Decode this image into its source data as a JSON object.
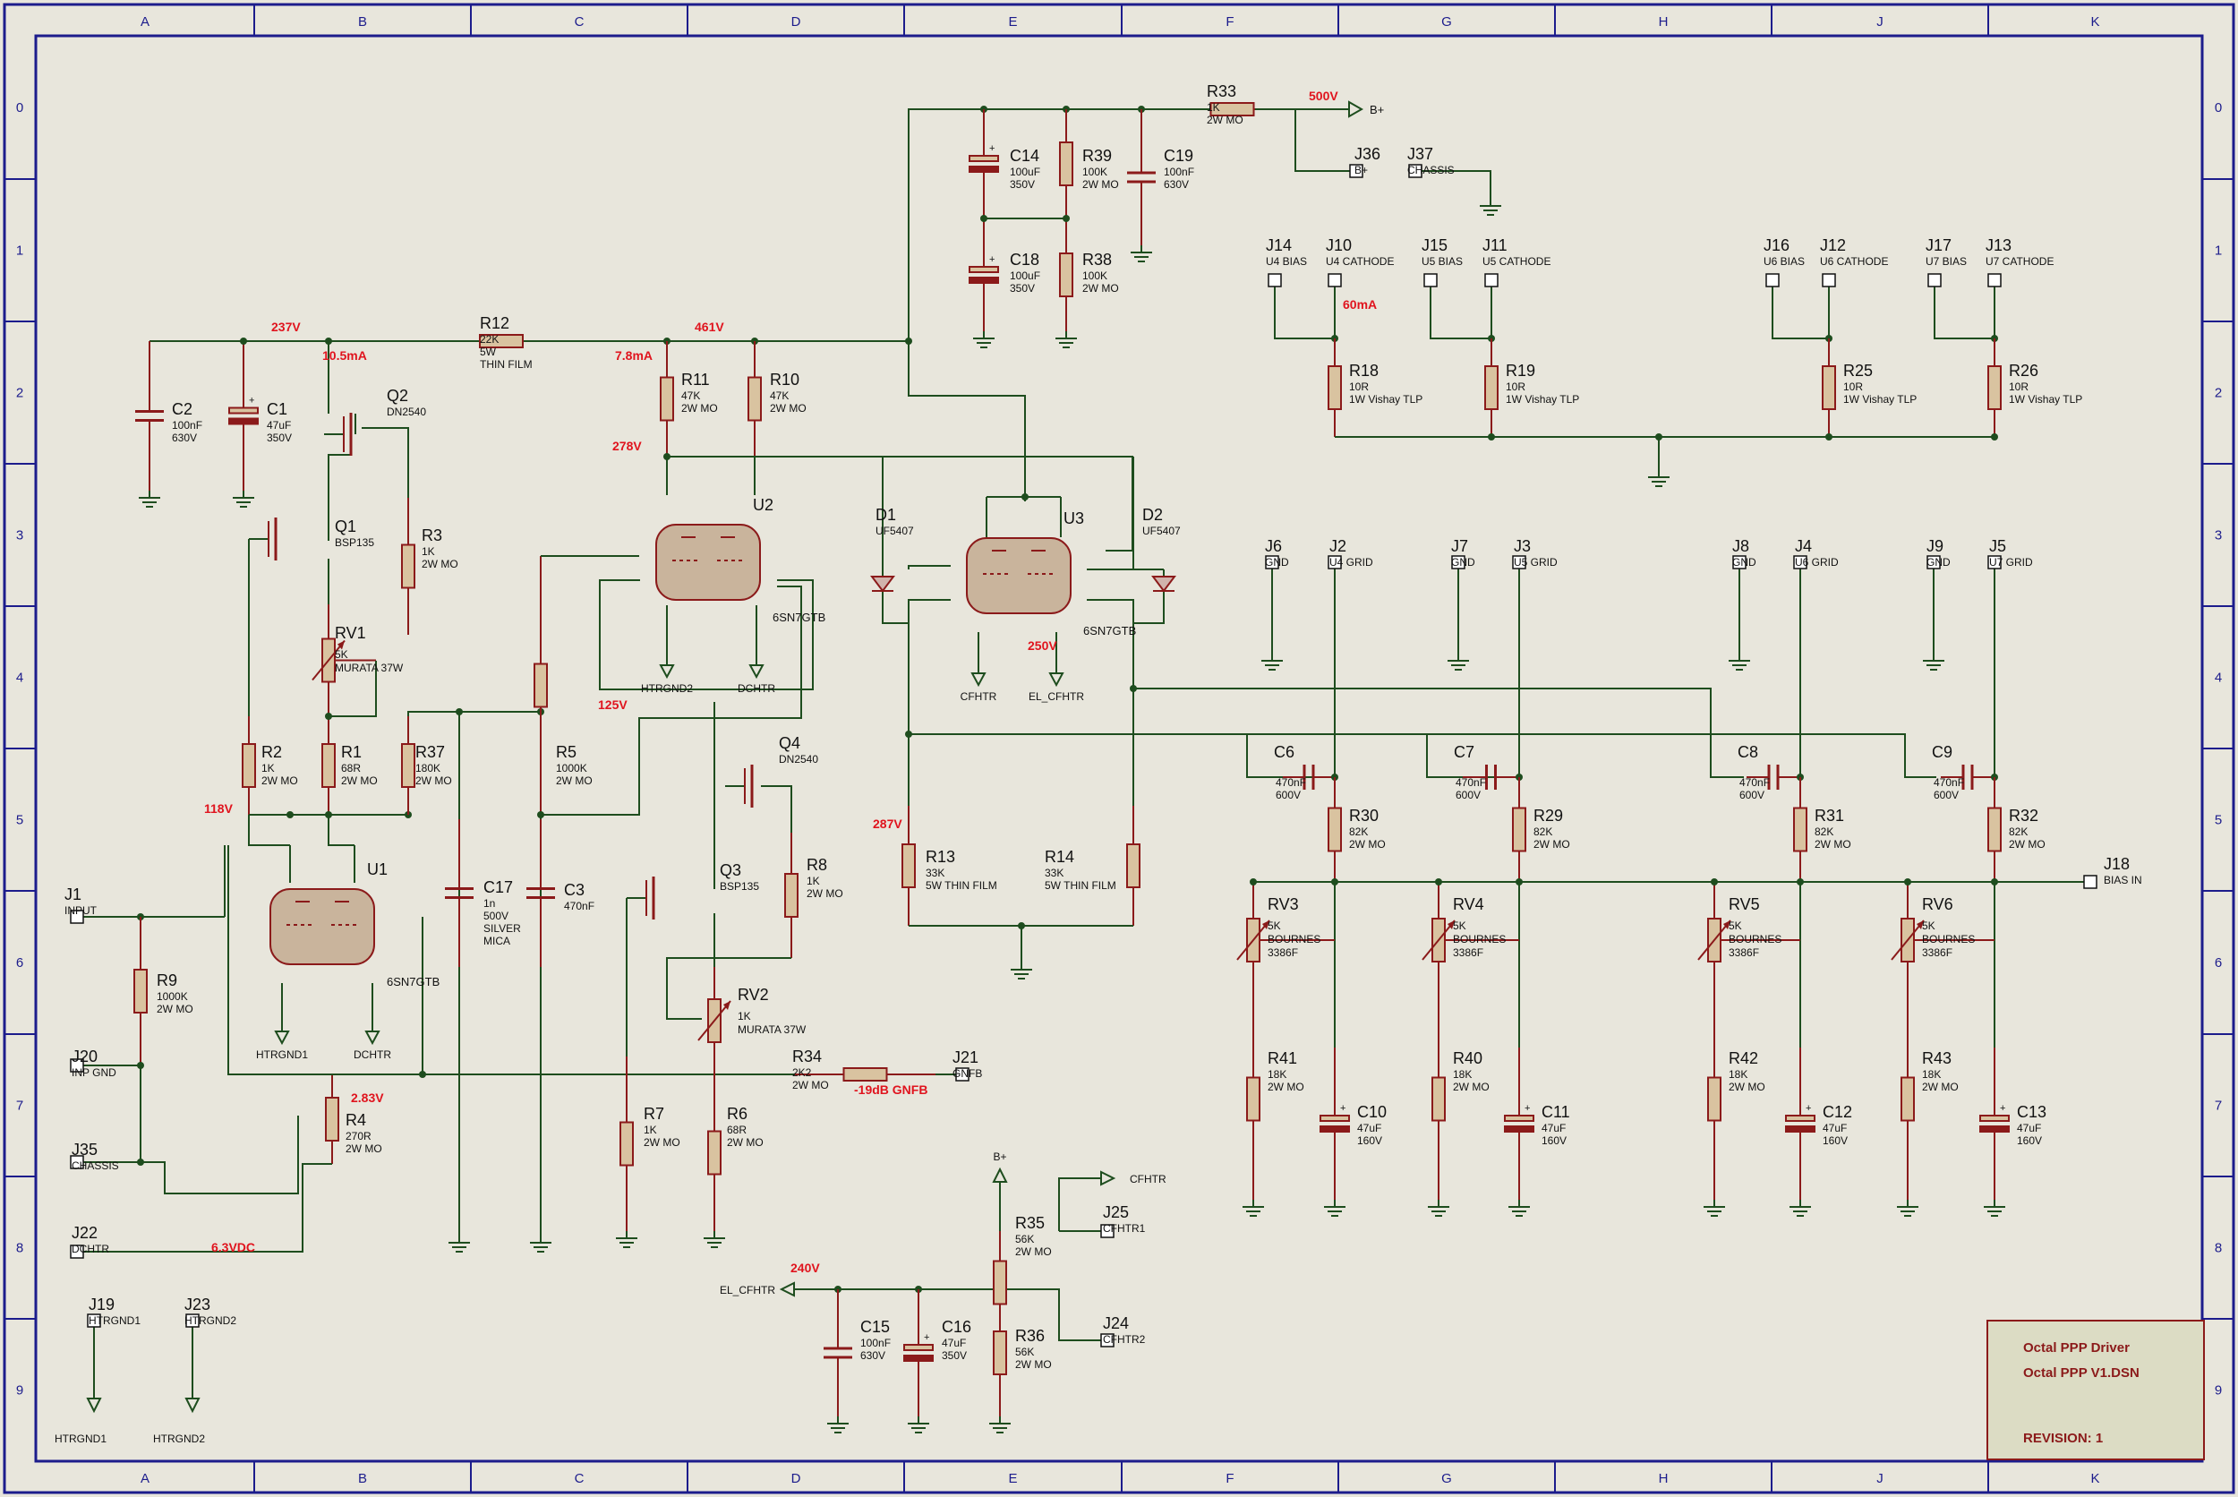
{
  "title_block": {
    "title": "Octal PPP Driver",
    "file": "Octal PPP V1.DSN",
    "revision": "REVISION: 1"
  },
  "grid": {
    "columns": [
      "A",
      "B",
      "C",
      "D",
      "E",
      "F",
      "G",
      "H",
      "J",
      "K"
    ],
    "rows": [
      "0",
      "1",
      "2",
      "3",
      "4",
      "5",
      "6",
      "7",
      "8",
      "9"
    ]
  },
  "colors": {
    "background": "#e8e6dc",
    "border": "#1c1c8c",
    "wire": "#1e4d1e",
    "component": "#8b1a1a",
    "annotation": "#e0141e",
    "tube_fill": "#c9b49c"
  },
  "tubes": [
    {
      "ref": "U1",
      "part": "6SN7GTB"
    },
    {
      "ref": "U2",
      "part": "6SN7GTB"
    },
    {
      "ref": "U3",
      "part": "6SN7GTB"
    }
  ],
  "transistors": [
    {
      "ref": "Q1",
      "part": "BSP135"
    },
    {
      "ref": "Q2",
      "part": "DN2540"
    },
    {
      "ref": "Q3",
      "part": "BSP135"
    },
    {
      "ref": "Q4",
      "part": "DN2540"
    }
  ],
  "diodes": [
    {
      "ref": "D1",
      "part": "UF5407"
    },
    {
      "ref": "D2",
      "part": "UF5407"
    }
  ],
  "resistors": [
    {
      "ref": "R1",
      "lines": [
        "68R",
        "2W MO"
      ]
    },
    {
      "ref": "R2",
      "lines": [
        "1K",
        "2W MO"
      ]
    },
    {
      "ref": "R3",
      "lines": [
        "1K",
        "2W MO"
      ]
    },
    {
      "ref": "R4",
      "lines": [
        "270R",
        "2W MO"
      ]
    },
    {
      "ref": "R5",
      "lines": [
        "1000K",
        "2W MO"
      ]
    },
    {
      "ref": "R6",
      "lines": [
        "68R",
        "2W MO"
      ]
    },
    {
      "ref": "R7",
      "lines": [
        "1K",
        "2W MO"
      ]
    },
    {
      "ref": "R8",
      "lines": [
        "1K",
        "2W MO"
      ]
    },
    {
      "ref": "R9",
      "lines": [
        "1000K",
        "2W MO"
      ]
    },
    {
      "ref": "R10",
      "lines": [
        "47K",
        "2W MO"
      ]
    },
    {
      "ref": "R11",
      "lines": [
        "47K",
        "2W MO"
      ]
    },
    {
      "ref": "R12",
      "lines": [
        "22K",
        "5W",
        "THIN FILM"
      ]
    },
    {
      "ref": "R13",
      "lines": [
        "33K",
        "5W THIN FILM"
      ]
    },
    {
      "ref": "R14",
      "lines": [
        "33K",
        "5W THIN FILM"
      ]
    },
    {
      "ref": "R18",
      "lines": [
        "10R",
        "1W Vishay TLP"
      ]
    },
    {
      "ref": "R19",
      "lines": [
        "10R",
        "1W Vishay TLP"
      ]
    },
    {
      "ref": "R25",
      "lines": [
        "10R",
        "1W Vishay TLP"
      ]
    },
    {
      "ref": "R26",
      "lines": [
        "10R",
        "1W Vishay TLP"
      ]
    },
    {
      "ref": "R29",
      "lines": [
        "82K",
        "2W MO"
      ]
    },
    {
      "ref": "R30",
      "lines": [
        "82K",
        "2W MO"
      ]
    },
    {
      "ref": "R31",
      "lines": [
        "82K",
        "2W MO"
      ]
    },
    {
      "ref": "R32",
      "lines": [
        "82K",
        "2W MO"
      ]
    },
    {
      "ref": "R33",
      "lines": [
        "1K",
        "2W MO"
      ]
    },
    {
      "ref": "R34",
      "lines": [
        "2K2",
        "2W MO"
      ]
    },
    {
      "ref": "R35",
      "lines": [
        "56K",
        "2W MO"
      ]
    },
    {
      "ref": "R36",
      "lines": [
        "56K",
        "2W MO"
      ]
    },
    {
      "ref": "R37",
      "lines": [
        "180K",
        "2W MO"
      ]
    },
    {
      "ref": "R38",
      "lines": [
        "100K",
        "2W MO"
      ]
    },
    {
      "ref": "R39",
      "lines": [
        "100K",
        "2W MO"
      ]
    },
    {
      "ref": "R40",
      "lines": [
        "18K",
        "2W MO"
      ]
    },
    {
      "ref": "R41",
      "lines": [
        "18K",
        "2W MO"
      ]
    },
    {
      "ref": "R42",
      "lines": [
        "18K",
        "2W MO"
      ]
    },
    {
      "ref": "R43",
      "lines": [
        "18K",
        "2W MO"
      ]
    }
  ],
  "pots": [
    {
      "ref": "RV1",
      "lines": [
        "5K",
        "MURATA 37W"
      ]
    },
    {
      "ref": "RV2",
      "lines": [
        "1K",
        "MURATA 37W"
      ]
    },
    {
      "ref": "RV3",
      "lines": [
        "5K",
        "BOURNES",
        "3386F"
      ]
    },
    {
      "ref": "RV4",
      "lines": [
        "5K",
        "BOURNES",
        "3386F"
      ]
    },
    {
      "ref": "RV5",
      "lines": [
        "5K",
        "BOURNES",
        "3386F"
      ]
    },
    {
      "ref": "RV6",
      "lines": [
        "5K",
        "BOURNES",
        "3386F"
      ]
    }
  ],
  "capacitors": [
    {
      "ref": "C1",
      "lines": [
        "47uF",
        "350V"
      ]
    },
    {
      "ref": "C2",
      "lines": [
        "100nF",
        "630V"
      ]
    },
    {
      "ref": "C3",
      "lines": [
        "470nF"
      ]
    },
    {
      "ref": "C6",
      "lines": [
        "470nF",
        "600V"
      ]
    },
    {
      "ref": "C7",
      "lines": [
        "470nF",
        "600V"
      ]
    },
    {
      "ref": "C8",
      "lines": [
        "470nF",
        "600V"
      ]
    },
    {
      "ref": "C9",
      "lines": [
        "470nF",
        "600V"
      ]
    },
    {
      "ref": "C10",
      "lines": [
        "47uF",
        "160V"
      ]
    },
    {
      "ref": "C11",
      "lines": [
        "47uF",
        "160V"
      ]
    },
    {
      "ref": "C12",
      "lines": [
        "47uF",
        "160V"
      ]
    },
    {
      "ref": "C13",
      "lines": [
        "47uF",
        "160V"
      ]
    },
    {
      "ref": "C14",
      "lines": [
        "100uF",
        "350V"
      ]
    },
    {
      "ref": "C15",
      "lines": [
        "100nF",
        "630V"
      ]
    },
    {
      "ref": "C16",
      "lines": [
        "47uF",
        "350V"
      ]
    },
    {
      "ref": "C17",
      "lines": [
        "1n",
        "500V",
        "SILVER",
        "MICA"
      ]
    },
    {
      "ref": "C18",
      "lines": [
        "100uF",
        "350V"
      ]
    },
    {
      "ref": "C19",
      "lines": [
        "100nF",
        "630V"
      ]
    }
  ],
  "connectors": [
    {
      "ref": "J1",
      "label": "INPUT"
    },
    {
      "ref": "J2",
      "label": "U4 GRID"
    },
    {
      "ref": "J3",
      "label": "U5 GRID"
    },
    {
      "ref": "J4",
      "label": "U6 GRID"
    },
    {
      "ref": "J5",
      "label": "U7 GRID"
    },
    {
      "ref": "J6",
      "label": "GND"
    },
    {
      "ref": "J7",
      "label": "GND"
    },
    {
      "ref": "J8",
      "label": "GND"
    },
    {
      "ref": "J9",
      "label": "GND"
    },
    {
      "ref": "J10",
      "label": "U4 CATHODE"
    },
    {
      "ref": "J11",
      "label": "U5 CATHODE"
    },
    {
      "ref": "J12",
      "label": "U6 CATHODE"
    },
    {
      "ref": "J13",
      "label": "U7 CATHODE"
    },
    {
      "ref": "J14",
      "label": "U4 BIAS"
    },
    {
      "ref": "J15",
      "label": "U5 BIAS"
    },
    {
      "ref": "J16",
      "label": "U6 BIAS"
    },
    {
      "ref": "J17",
      "label": "U7 BIAS"
    },
    {
      "ref": "J18",
      "label": "BIAS IN"
    },
    {
      "ref": "J19",
      "label": "HTRGND1"
    },
    {
      "ref": "J20",
      "label": "INP GND"
    },
    {
      "ref": "J21",
      "label": "GNFB"
    },
    {
      "ref": "J22",
      "label": "DCHTR"
    },
    {
      "ref": "J23",
      "label": "HTRGND2"
    },
    {
      "ref": "J24",
      "label": "CFHTR2"
    },
    {
      "ref": "J25",
      "label": "CFHTR1"
    },
    {
      "ref": "J35",
      "label": "CHASSIS"
    },
    {
      "ref": "J36",
      "label": "B+"
    },
    {
      "ref": "J37",
      "label": "CHASSIS"
    }
  ],
  "net_labels": [
    "HTRGND1",
    "DCHTR",
    "HTRGND2",
    "DCHTR",
    "CFHTR",
    "EL_CFHTR",
    "B+",
    "B+",
    "CFHTR",
    "EL_CFHTR",
    "HTRGND1",
    "HTRGND2"
  ],
  "annotations": [
    "237V",
    "10.5mA",
    "7.8mA",
    "461V",
    "500V",
    "278V",
    "125V",
    "118V",
    "60mA",
    "250V",
    "287V",
    "2.83V",
    "6.3VDC",
    "-19dB GNFB",
    "240V"
  ]
}
